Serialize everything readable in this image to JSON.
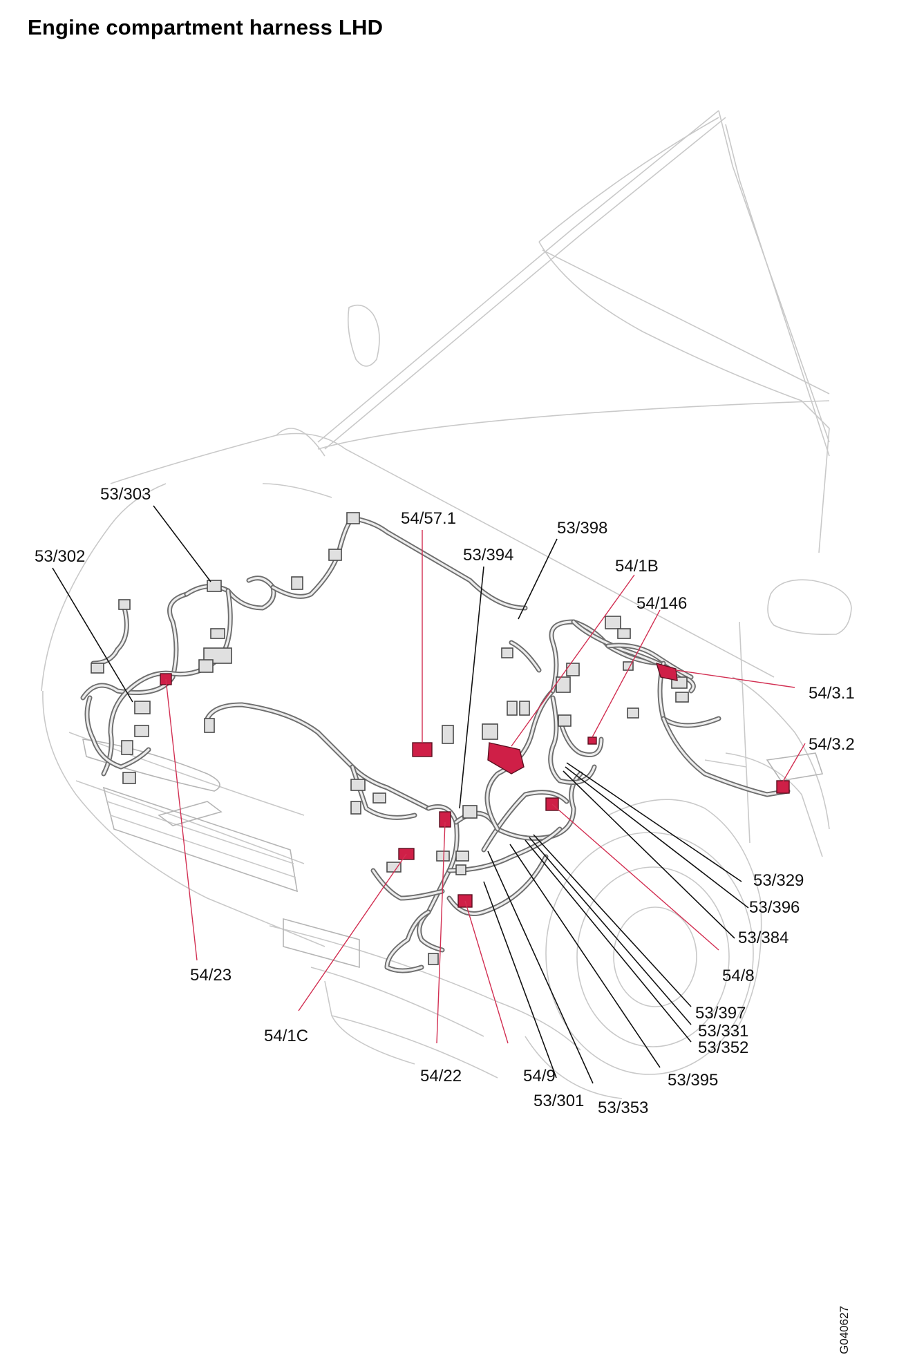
{
  "title": "Engine compartment harness LHD",
  "drawing_code": "G040627",
  "colors": {
    "highlight": "#cf1f47",
    "black_leader": "#111111",
    "red_leader": "#d22f52"
  },
  "labels": {
    "l53_303": "53/303",
    "l53_302": "53/302",
    "l54_57_1": "54/57.1",
    "l53_398": "53/398",
    "l53_394": "53/394",
    "l54_1B": "54/1B",
    "l54_146": "54/146",
    "l54_3_1": "54/3.1",
    "l54_3_2": "54/3.2",
    "l53_329": "53/329",
    "l53_396": "53/396",
    "l53_384": "53/384",
    "l54_8": "54/8",
    "l53_397": "53/397",
    "l53_331": "53/331",
    "l53_352": "53/352",
    "l53_395": "53/395",
    "l53_353": "53/353",
    "l53_301": "53/301",
    "l54_9": "54/9",
    "l54_22": "54/22",
    "l54_1C": "54/1C",
    "l54_23": "54/23"
  }
}
